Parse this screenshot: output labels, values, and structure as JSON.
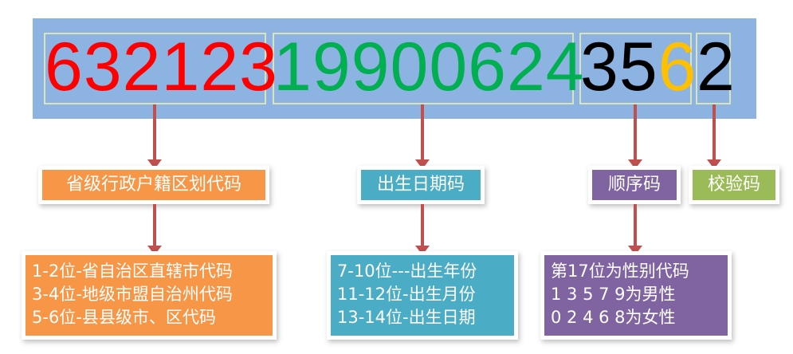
{
  "id_number": {
    "region": "632123",
    "birth": "19900624",
    "seq_a": "35",
    "seq_gender": "6",
    "check": "2"
  },
  "labels": {
    "region": "省级行政户籍区划代码",
    "birth": "出生日期码",
    "sequence": "顺序码",
    "check": "校验码"
  },
  "details": {
    "region": [
      "1-2位-省自治区直辖市代码",
      "3-4位-地级市盟自治州代码",
      "5-6位-县县级市、区代码"
    ],
    "birth": [
      "7-10位---出生年份",
      "11-12位-出生月份",
      "13-14位-出生日期"
    ],
    "sequence": [
      "第17位为性别代码",
      "1 3 5 7 9为男性",
      "0 2 4 6 8为女性"
    ]
  },
  "colors": {
    "banner": "#8db3e2",
    "region_digits": "#ff0000",
    "birth_digits": "#00b050",
    "seq_digits": "#000000",
    "gender_digit": "#ffc000",
    "orange": "#f79646",
    "teal": "#4bacc6",
    "purple": "#8064a2",
    "green": "#9bbb59",
    "arrow": "#c0504d"
  }
}
